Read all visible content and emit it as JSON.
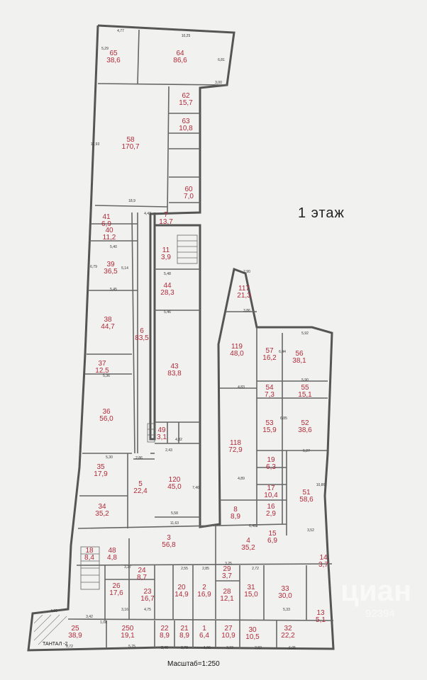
{
  "floor_label": "1 этаж",
  "scale_label": "Масштаб=1:250",
  "bottom_left_label": "ТАНТАЛ -2",
  "watermark": "циан",
  "watermark_sub": "92394",
  "rooms": [
    {
      "id": "r65",
      "no": "65",
      "area": "38,6"
    },
    {
      "id": "r64",
      "no": "64",
      "area": "86,6"
    },
    {
      "id": "r62",
      "no": "62",
      "area": "15,7"
    },
    {
      "id": "r63",
      "no": "63",
      "area": "10,8"
    },
    {
      "id": "r58",
      "no": "58",
      "area": "170,7"
    },
    {
      "id": "r60",
      "no": "60",
      "area": "7,0"
    },
    {
      "id": "r7",
      "no": "7",
      "area": "13,7"
    },
    {
      "id": "r41",
      "no": "41",
      "area": "6,9"
    },
    {
      "id": "r40",
      "no": "40",
      "area": "11,2"
    },
    {
      "id": "r39",
      "no": "39",
      "area": "36,5"
    },
    {
      "id": "r11",
      "no": "11",
      "area": "3,9"
    },
    {
      "id": "r44",
      "no": "44",
      "area": "28,3"
    },
    {
      "id": "r117",
      "no": "117",
      "area": "21,3"
    },
    {
      "id": "r38",
      "no": "38",
      "area": "44,7"
    },
    {
      "id": "r6",
      "no": "6",
      "area": "83,5"
    },
    {
      "id": "r43",
      "no": "43",
      "area": "83,8"
    },
    {
      "id": "r119",
      "no": "119",
      "area": "48,0"
    },
    {
      "id": "r57",
      "no": "57",
      "area": "16,2"
    },
    {
      "id": "r56",
      "no": "56",
      "area": "38,1"
    },
    {
      "id": "r37",
      "no": "37",
      "area": "12,5"
    },
    {
      "id": "r54",
      "no": "54",
      "area": "7,3"
    },
    {
      "id": "r55",
      "no": "55",
      "area": "15,1"
    },
    {
      "id": "r36",
      "no": "36",
      "area": "56,0"
    },
    {
      "id": "r53",
      "no": "53",
      "area": "15,9"
    },
    {
      "id": "r52",
      "no": "52",
      "area": "38,6"
    },
    {
      "id": "r118",
      "no": "118",
      "area": "72,9"
    },
    {
      "id": "r49",
      "no": "49",
      "area": "3,1"
    },
    {
      "id": "r35",
      "no": "35",
      "area": "17,9"
    },
    {
      "id": "r5",
      "no": "5",
      "area": "22,4"
    },
    {
      "id": "r120",
      "no": "120",
      "area": "45,0"
    },
    {
      "id": "r19",
      "no": "19",
      "area": "6,3"
    },
    {
      "id": "r17",
      "no": "17",
      "area": "10,4"
    },
    {
      "id": "r51",
      "no": "51",
      "area": "58,6"
    },
    {
      "id": "r34",
      "no": "34",
      "area": "35,2"
    },
    {
      "id": "r8",
      "no": "8",
      "area": "8,9"
    },
    {
      "id": "r16",
      "no": "16",
      "area": "2,9"
    },
    {
      "id": "r3",
      "no": "3",
      "area": "56,8"
    },
    {
      "id": "r4",
      "no": "4",
      "area": "35,2"
    },
    {
      "id": "r15",
      "no": "15",
      "area": "6,9"
    },
    {
      "id": "r18",
      "no": "18",
      "area": "8,4"
    },
    {
      "id": "r48",
      "no": "48",
      "area": "4,8"
    },
    {
      "id": "r26",
      "no": "26",
      "area": "17,6"
    },
    {
      "id": "r24",
      "no": "24",
      "area": "8,7"
    },
    {
      "id": "r23",
      "no": "23",
      "area": "16,7"
    },
    {
      "id": "r20",
      "no": "20",
      "area": "14,9"
    },
    {
      "id": "r2",
      "no": "2",
      "area": "16,9"
    },
    {
      "id": "r29",
      "no": "29",
      "area": "3,7"
    },
    {
      "id": "r28",
      "no": "28",
      "area": "12,1"
    },
    {
      "id": "r31",
      "no": "31",
      "area": "15,0"
    },
    {
      "id": "r33",
      "no": "33",
      "area": "30,0"
    },
    {
      "id": "r14",
      "no": "14",
      "area": "3,7"
    },
    {
      "id": "r13",
      "no": "13",
      "area": "5,1"
    },
    {
      "id": "r25",
      "no": "25",
      "area": "38,9"
    },
    {
      "id": "r250",
      "no": "250",
      "area": "19,1"
    },
    {
      "id": "r22",
      "no": "22",
      "area": "8,9"
    },
    {
      "id": "r21",
      "no": "21",
      "area": "8,9"
    },
    {
      "id": "r1",
      "no": "1",
      "area": "6,4"
    },
    {
      "id": "r27",
      "no": "27",
      "area": "10,9"
    },
    {
      "id": "r30",
      "no": "30",
      "area": "10,5"
    },
    {
      "id": "r32",
      "no": "32",
      "area": "22,2"
    }
  ],
  "dims": [
    "4,77",
    "10,25",
    "5,29",
    "6,81",
    "17,93",
    "3,00",
    "18,9",
    "4,42",
    "5,30",
    "5,40",
    "6,79",
    "5,14",
    "5,45",
    "5,48",
    "5,46",
    "2,90",
    "3,86",
    "5,92",
    "6,44",
    "4,83",
    "5,90",
    "5,36",
    "6,85",
    "5,27",
    "10,86",
    "11,63",
    "6,48",
    "3,52",
    "3,42",
    "4,20",
    "8,72",
    "5,75",
    "1,08",
    "2,46",
    "2,78",
    "1,96",
    "3,33",
    "2,82",
    "6,05",
    "3,27",
    "4,75",
    "3,16",
    "2,55",
    "2,85",
    "3,25",
    "2,72",
    "5,33",
    "4,89",
    "2,86",
    "2,43",
    "4,82",
    "5,58",
    "7,46"
  ]
}
